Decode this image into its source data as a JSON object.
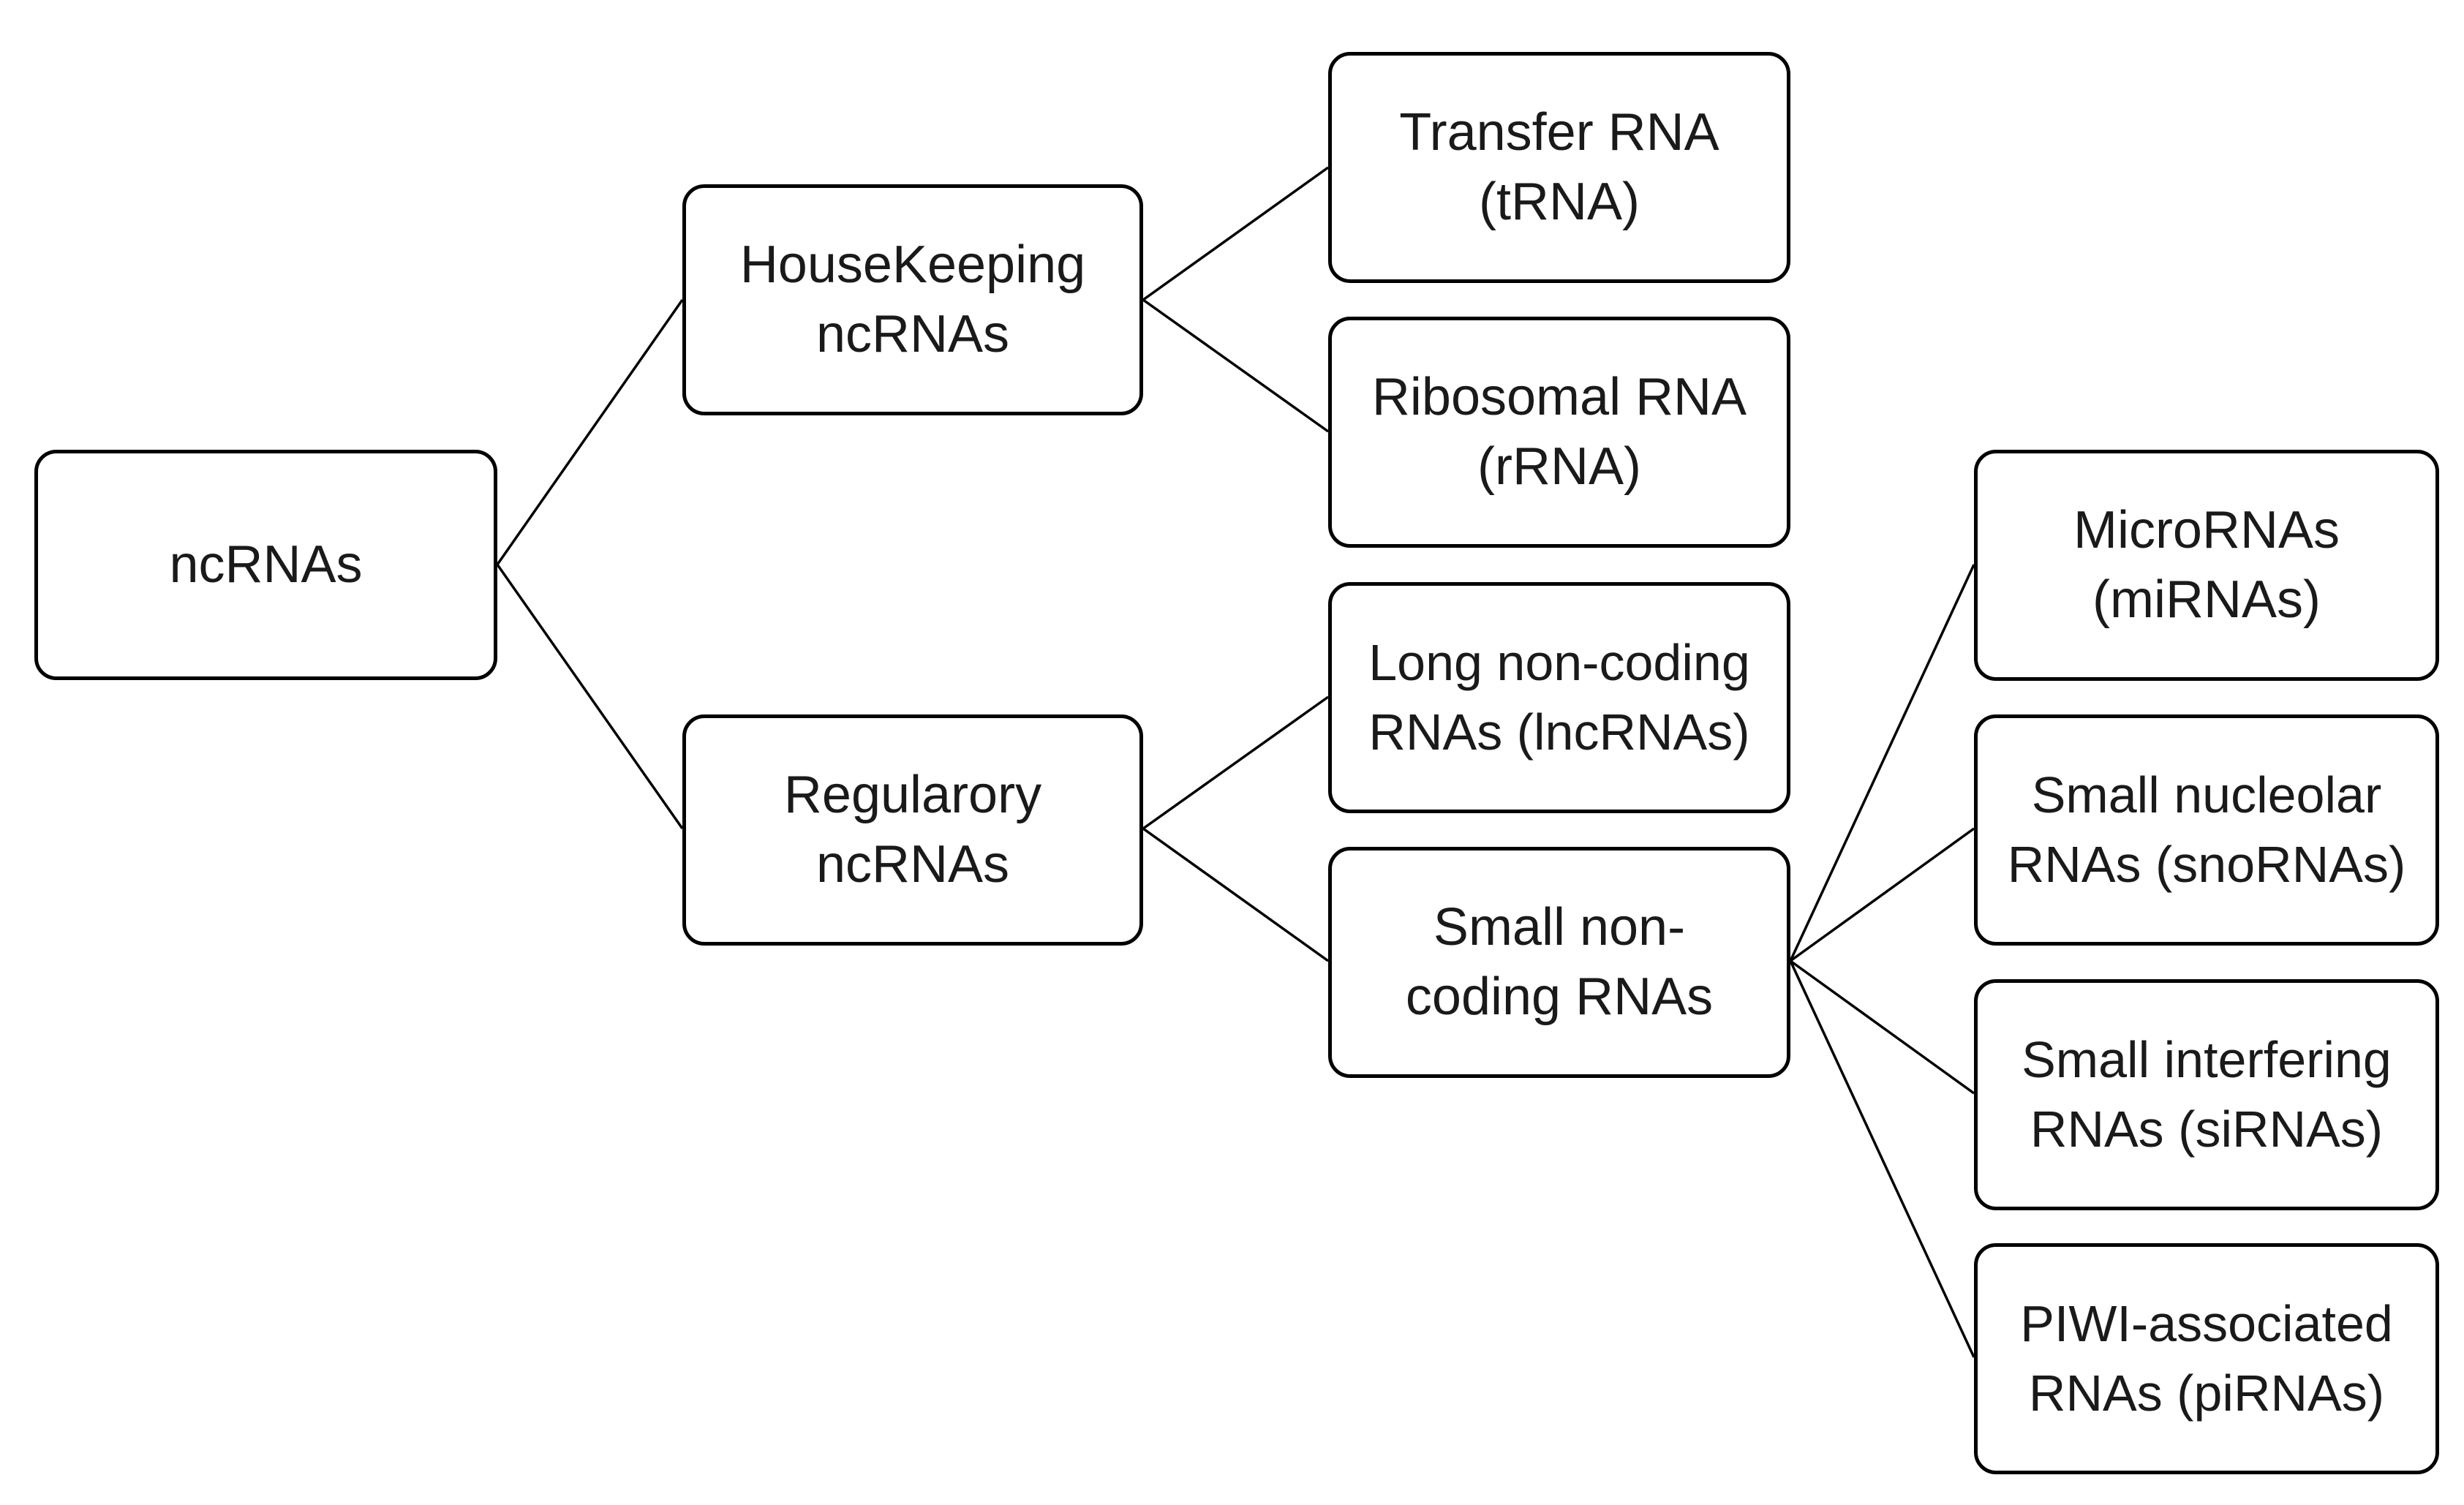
{
  "diagram": {
    "root": {
      "line1": "ncRNAs"
    },
    "housekeeping": {
      "line1": "HouseKeeping",
      "line2": "ncRNAs"
    },
    "regulatory": {
      "line1": "Regularory",
      "line2": "ncRNAs"
    },
    "trna": {
      "line1": "Transfer RNA",
      "line2": "(tRNA)"
    },
    "rrna": {
      "line1": "Ribosomal RNA",
      "line2": "(rRNA)"
    },
    "lncrna": {
      "line1": "Long non-coding",
      "line2": "RNAs (lncRNAs)"
    },
    "sncrna": {
      "line1": "Small non-",
      "line2": "coding RNAs"
    },
    "mirna": {
      "line1": "MicroRNAs",
      "line2": "(miRNAs)"
    },
    "snorna": {
      "line1": "Small nucleolar",
      "line2": "RNAs (snoRNAs)"
    },
    "sirna": {
      "line1": "Small interfering",
      "line2": "RNAs (siRNAs)"
    },
    "pirna": {
      "line1": "PIWI-associated",
      "line2": "RNAs (piRNAs)"
    }
  }
}
